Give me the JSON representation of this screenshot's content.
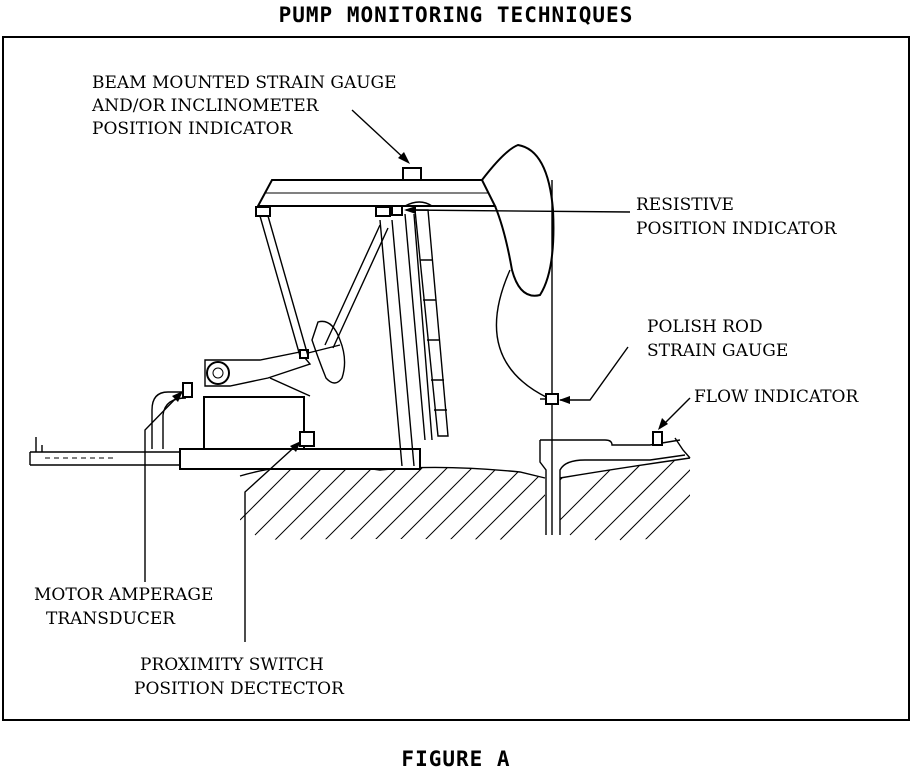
{
  "title": "PUMP MONITORING TECHNIQUES",
  "caption": "FIGURE A",
  "labels": {
    "beam_gauge_l1": "BEAM MOUNTED STRAIN GAUGE",
    "beam_gauge_l2": "AND/OR INCLINOMETER",
    "beam_gauge_l3": "POSITION INDICATOR",
    "resistive_l1": "RESISTIVE",
    "resistive_l2": "POSITION INDICATOR",
    "polish_l1": "POLISH ROD",
    "polish_l2": "STRAIN GAUGE",
    "flow": "FLOW INDICATOR",
    "motor_l1": "MOTOR AMPERAGE",
    "motor_l2": "TRANSDUCER",
    "prox_l1": "PROXIMITY  SWITCH",
    "prox_l2": "POSITION DECTECTOR"
  }
}
